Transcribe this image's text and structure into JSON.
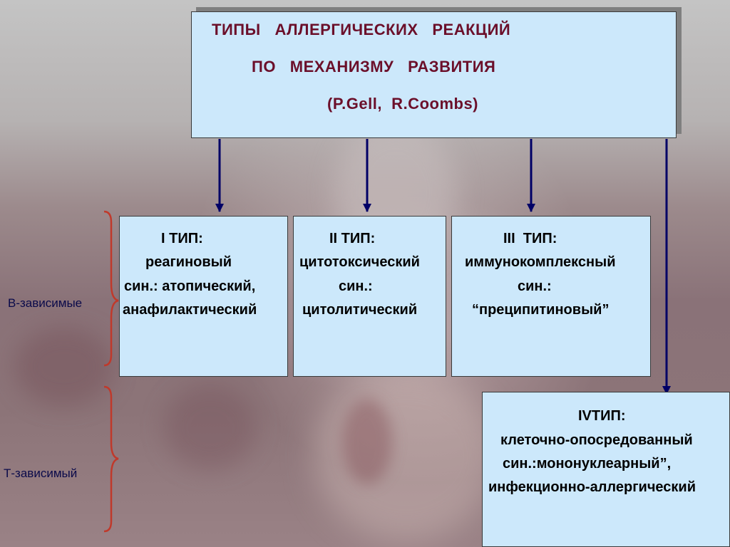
{
  "title": {
    "line1": "ТИПЫ   АЛЛЕРГИЧЕСКИХ   РЕАКЦИЙ",
    "line2": "ПО   МЕХАНИЗМУ   РАЗВИТИЯ",
    "line3": "(P.Gell,  R.Coombs)"
  },
  "groups": {
    "b_dependent": "B-зависимые",
    "t_dependent": "Т-зависимый"
  },
  "types": [
    {
      "heading": "I ТИП:",
      "line1": "реагиновый",
      "line2": "син.: атопический,",
      "line3": "анафилактический"
    },
    {
      "heading": "II ТИП:",
      "line1": "цитотоксический",
      "line2": "син.:",
      "line3": "цитолитический"
    },
    {
      "heading": "III  ТИП:",
      "line1": "иммунокомплексный",
      "line2": "син.:",
      "line3": "“преципитиновый”"
    },
    {
      "heading": "IVТИП:",
      "line1": "клеточно-опосредованный",
      "line2": "син.:мононуклеарный”,",
      "line3": "инфекционно-аллергический"
    }
  ],
  "colors": {
    "box_fill": "#cce8fb",
    "title_text": "#6b0f2a",
    "arrow": "#000066",
    "brace": "#c0392b"
  }
}
